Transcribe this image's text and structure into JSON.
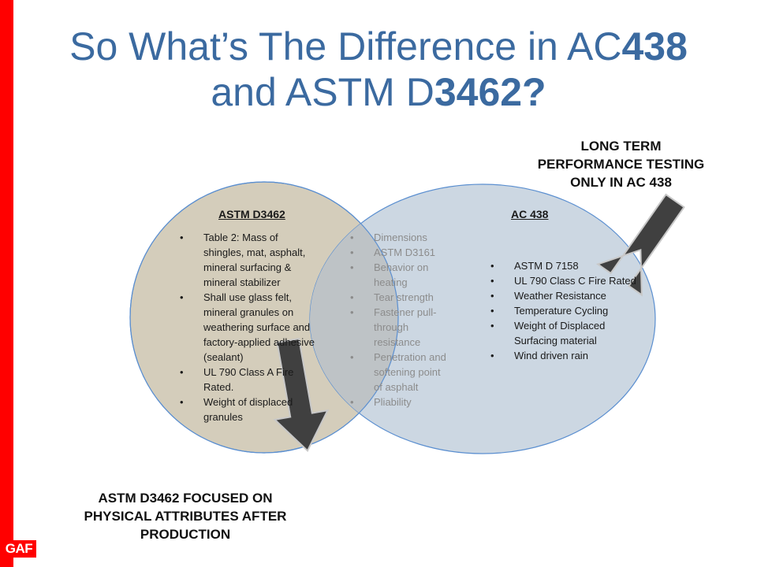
{
  "title": {
    "line1_pre": "So What’s The Difference in AC",
    "line1_bold": "438",
    "line2_pre": "and ASTM D",
    "line2_bold": "3462?"
  },
  "logo": {
    "text": "GAF"
  },
  "left_circle": {
    "title": "ASTM D3462",
    "items": [
      "Table 2: Mass of shingles, mat, asphalt, mineral surfacing & mineral stabilizer",
      "Shall use glass felt, mineral granules on weathering surface and factory-applied adhesive (sealant)",
      "UL 790 Class A Fire Rated.",
      "Weight of displaced granules"
    ]
  },
  "overlap": {
    "items": [
      "Dimensions",
      "ASTM D3161",
      "Behavior on heating",
      "Tear strength",
      "Fastener pull-through resistance",
      "Penetration and softening point of asphalt",
      "Pliability"
    ]
  },
  "right_circle": {
    "title": "AC 438",
    "items": [
      "ASTM D 7158",
      "UL 790 Class C Fire Rated",
      "Weather Resistance",
      "Temperature Cycling",
      "Weight of Displaced Surfacing material",
      "Wind driven rain"
    ]
  },
  "callout_top": {
    "lines": [
      "LONG TERM",
      "PERFORMANCE TESTING",
      "ONLY IN AC 438"
    ]
  },
  "callout_bottom": {
    "lines": [
      "ASTM D3462 FOCUSED ON",
      "PHYSICAL ATTRIBUTES AFTER",
      "PRODUCTION"
    ]
  },
  "colors": {
    "title": "#3b6aa0",
    "left_circle_fill": "#d4cdbb",
    "right_circle_fill": "#c7d3df",
    "circle_stroke": "#5b8fd0",
    "arrow": "#404040",
    "brand_red": "#ff0000"
  },
  "icons": [
    "down-left-arrow-icon",
    "up-arrow-icon"
  ]
}
